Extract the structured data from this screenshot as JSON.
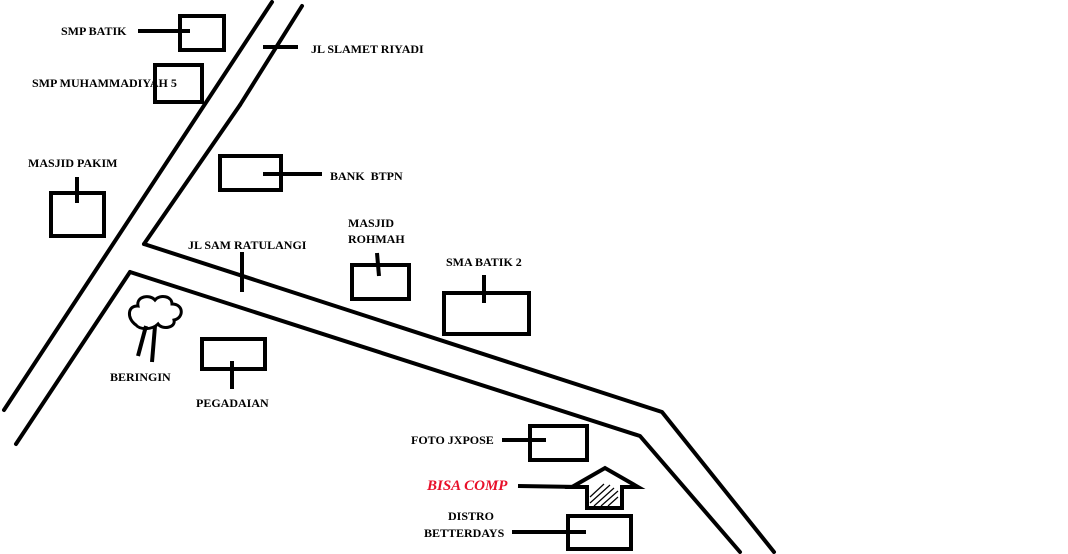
{
  "map": {
    "colors": {
      "ink": "#000000",
      "background": "#ffffff",
      "accent": "#e8102a"
    },
    "roads": {
      "slamet_riyadi": "JL SLAMET RIYADI",
      "sam_ratulangi": "JL SAM RATULANGI"
    },
    "places": {
      "smp_batik": "SMP BATIK",
      "smp_muhammadiyah": "SMP MUHAMMADIYAH 5",
      "masjid_pakim": "MASJID PAKIM",
      "bank_btpn": "BANK  BTPN",
      "masjid_rohmah_1": "MASJID",
      "masjid_rohmah_2": "ROHMAH",
      "sma_batik_2": "SMA BATIK 2",
      "beringin": "BERINGIN",
      "pegadaian": "PEGADAIAN",
      "foto_jxpose": "FOTO JXPOSE",
      "bisa_comp": "BISA COMP",
      "distro_1": "DISTRO",
      "distro_2": "BETTERDAYS"
    },
    "icons": {
      "tree": "beringin-tree-icon",
      "target": "up-arrow-icon"
    }
  }
}
